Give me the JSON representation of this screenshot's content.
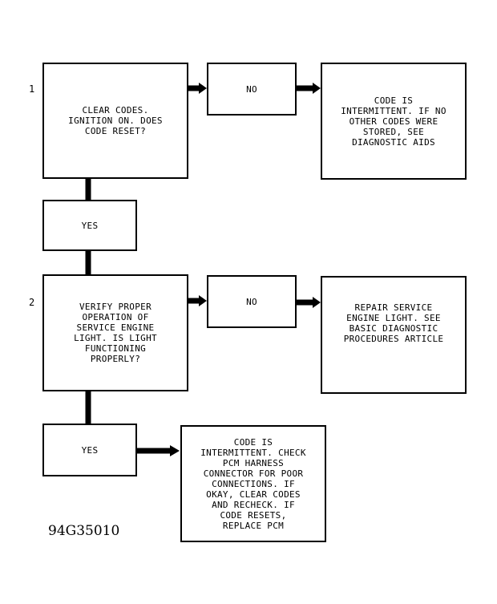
{
  "steps": [
    {
      "number": "1",
      "question": "CLEAR CODES.\nIGNITION ON. DOES\nCODE RESET?",
      "no_label": "NO",
      "no_result": "CODE IS\nINTERMITTENT. IF NO\nOTHER CODES WERE\nSTORED, SEE\nDIAGNOSTIC AIDS",
      "yes_label": "YES"
    },
    {
      "number": "2",
      "question": "VERIFY PROPER\nOPERATION OF\nSERVICE ENGINE\nLIGHT. IS LIGHT\nFUNCTIONING\nPROPERLY?",
      "no_label": "NO",
      "no_result": "REPAIR SERVICE\nENGINE LIGHT. SEE\nBASIC DIAGNOSTIC\nPROCEDURES ARTICLE",
      "yes_label": "YES",
      "yes_result": "CODE IS\nINTERMITTENT. CHECK\nPCM HARNESS\nCONNECTOR FOR POOR\nCONNECTIONS. IF\nOKAY, CLEAR CODES\nAND RECHECK. IF\nCODE RESETS,\nREPLACE PCM"
    }
  ],
  "figure_id": "94G35010"
}
